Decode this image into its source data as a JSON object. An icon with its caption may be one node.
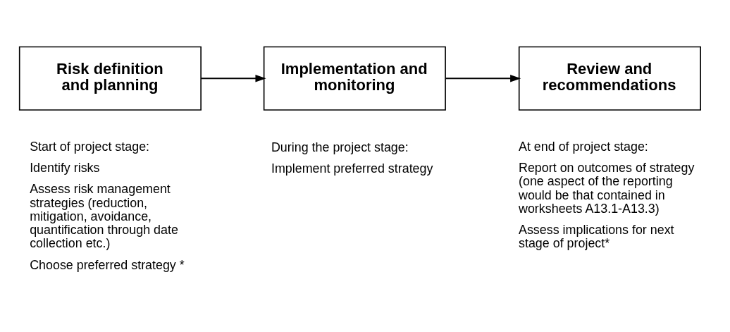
{
  "diagram": {
    "nodes": [
      {
        "text": [
          "Risk definition and planning"
        ],
        "beside": [
          "Start of project stage:",
          "Identify risks",
          "Assess risk management strategies (reduction, mitigation, avoidance, quantification through date collection etc.)",
          "Choose preferred strategy *"
        ]
      },
      {
        "text": [
          "Implementation and monitoring"
        ],
        "beside": [
          "During the project stage:",
          "Implement preferred strategy"
        ]
      },
      {
        "text": [
          "Review and recommendations"
        ],
        "beside": [
          "At end of project stage:",
          "Report on outcomes of strategy (one aspect of the reporting would be that contained in worksheets A13.1-A13.3)",
          "Assess implications for next stage of project*"
        ]
      }
    ],
    "edges": [
      {
        "from": 0,
        "to": 1,
        "arrow": "to"
      },
      {
        "from": 1,
        "to": 2,
        "arrow": "to"
      }
    ]
  }
}
